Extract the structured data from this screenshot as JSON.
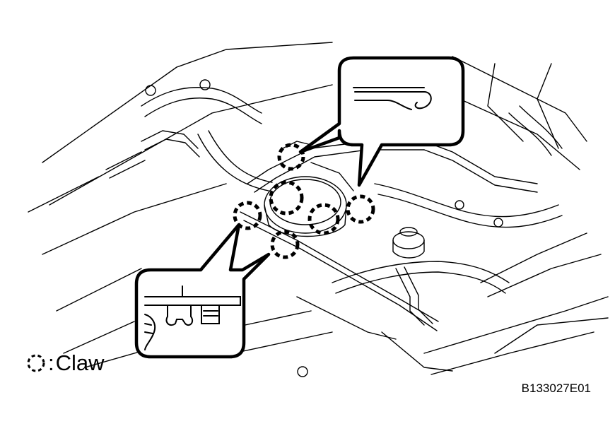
{
  "legend": {
    "symbol_icon": "dashed-circle-icon",
    "separator": ":",
    "label": "Claw"
  },
  "figure_id": "B133027E01",
  "callouts": [
    {
      "name": "claw-detail-callout-top",
      "icon": "claw-hook-icon"
    },
    {
      "name": "claw-detail-callout-bottom",
      "icon": "claw-clip-icon"
    }
  ],
  "colors": {
    "line": "#000000",
    "background": "#ffffff"
  }
}
